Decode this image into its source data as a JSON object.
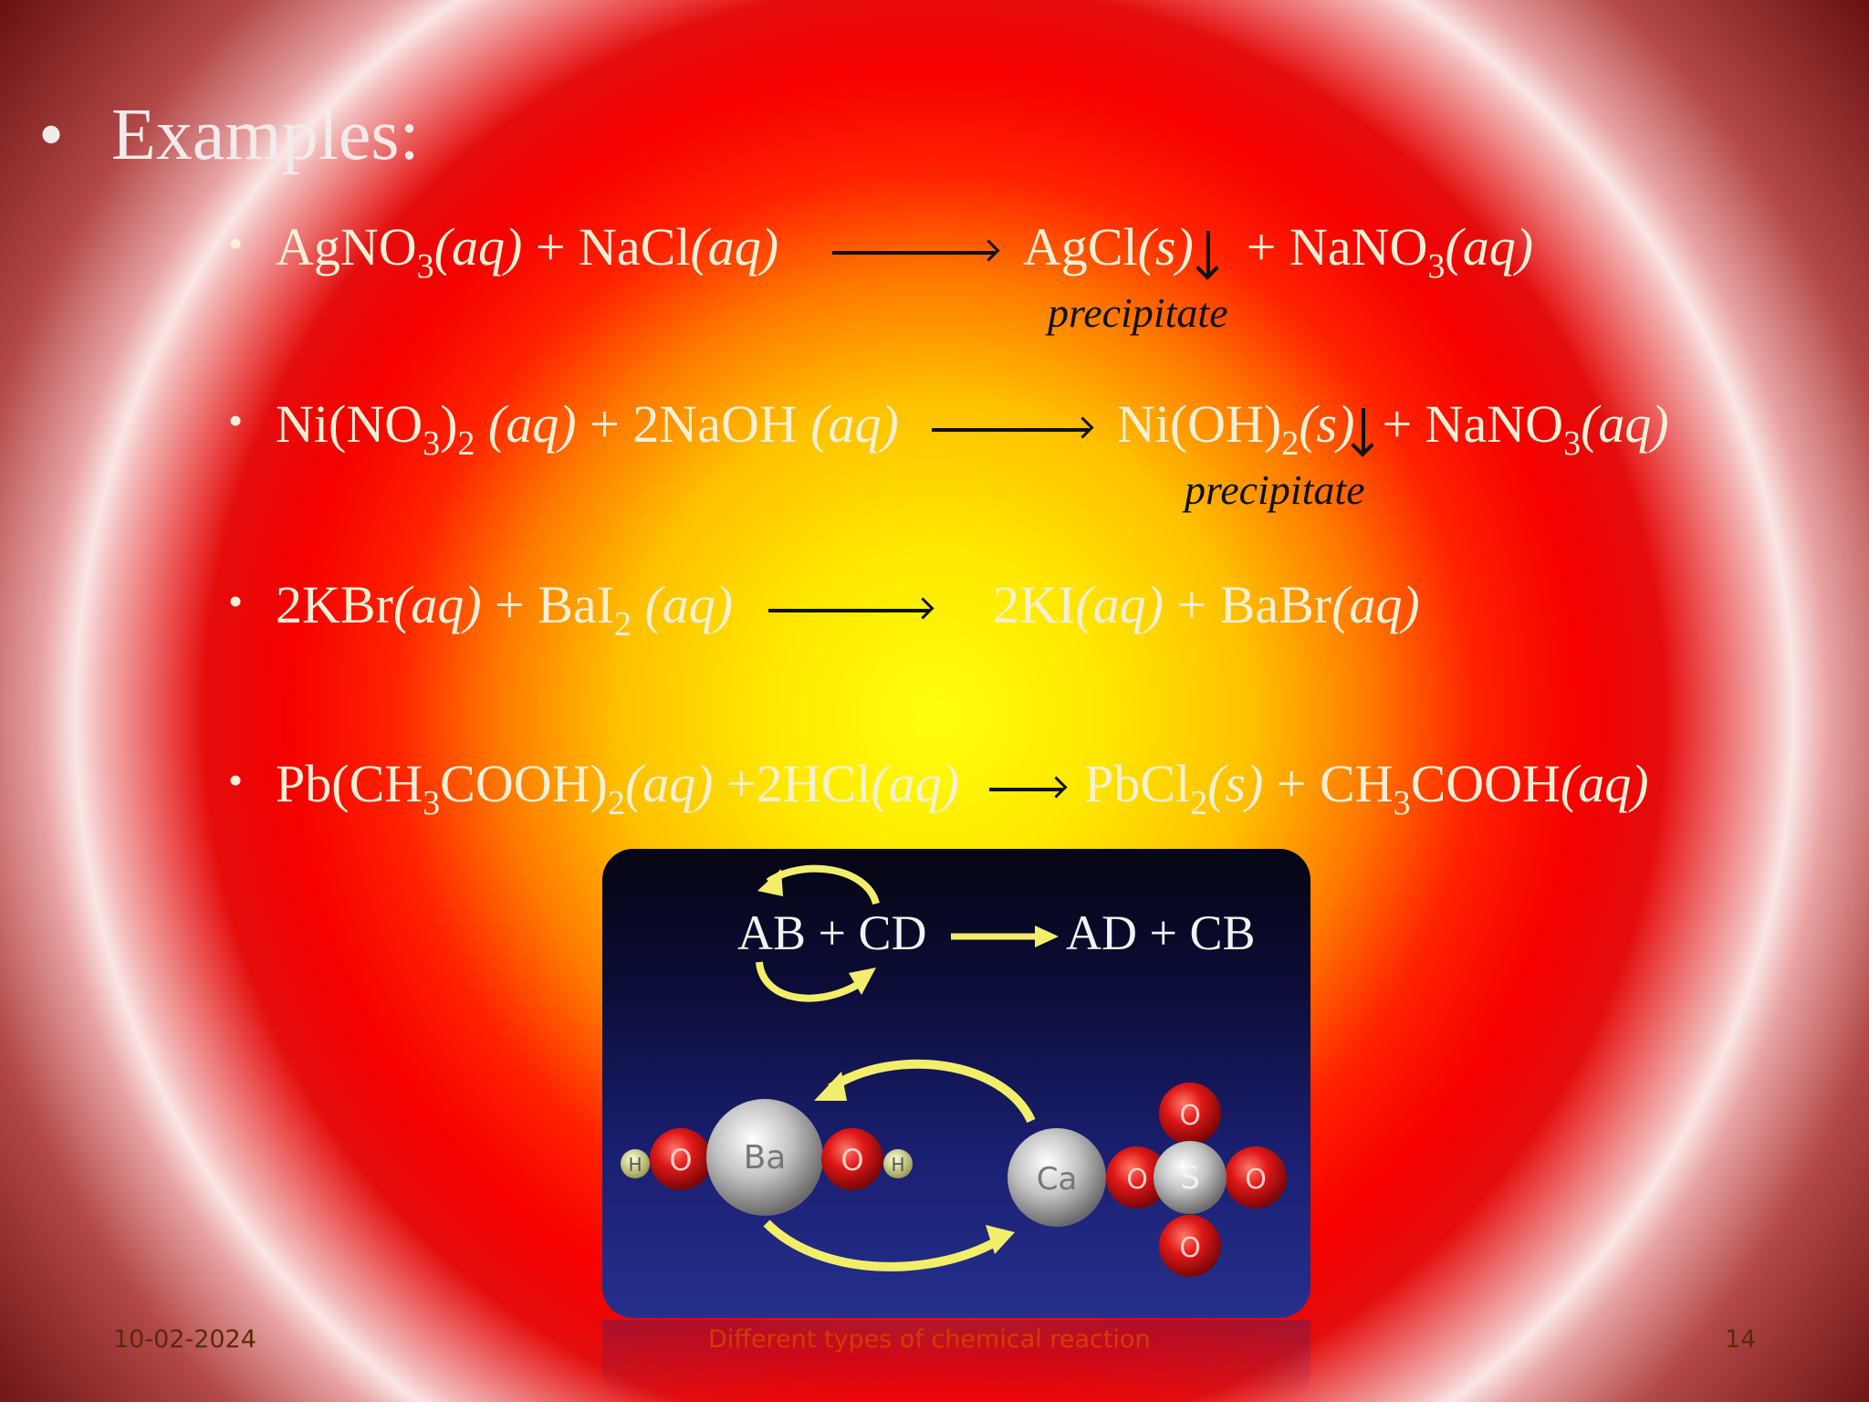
{
  "slide": {
    "heading": "Examples:",
    "bullet": "•",
    "equations": [
      {
        "reactants": [
          "AgNO",
          "3",
          "(aq)",
          " + NaCl",
          "(aq)"
        ],
        "products": [
          "AgCl",
          "(s)",
          "+  NaNO",
          "3",
          "(aq)"
        ],
        "note": "precipitate"
      },
      {
        "reactants": [
          "Ni(NO",
          "3",
          ")",
          "2",
          " (aq)",
          " + 2NaOH ",
          "(aq)"
        ],
        "products": [
          "Ni(OH)",
          "2",
          "(s)",
          "+ NaNO",
          "3",
          "(aq)"
        ],
        "note": "precipitate"
      },
      {
        "reactants": [
          "2KBr",
          "(aq)",
          " + BaI",
          "2",
          " (aq)"
        ],
        "products": [
          "2KI",
          "(aq)",
          " + BaBr",
          "(aq)"
        ]
      },
      {
        "reactants": [
          "Pb(CH",
          "3",
          "COOH)",
          "2",
          "(aq)",
          "  +2HCl",
          "(aq)"
        ],
        "products": [
          "PbCl",
          "2",
          "(s)",
          " + CH",
          "3",
          "COOH",
          "(aq)"
        ]
      }
    ],
    "figure": {
      "equation_left": "AB + CD",
      "equation_right": "AD  +  CB",
      "atoms": [
        "H",
        "O",
        "Ba",
        "O",
        "H",
        "Ca",
        "O",
        "S",
        "O",
        "O",
        "O"
      ]
    }
  },
  "footer": {
    "date": "10-02-2024",
    "title": "Different types of chemical reaction",
    "page": "14"
  },
  "colors": {
    "equation_text": "#f6f0d6",
    "arrow": "#111111",
    "footer_title": "#d43c00",
    "figure_arrows": "#f2ee6a"
  }
}
